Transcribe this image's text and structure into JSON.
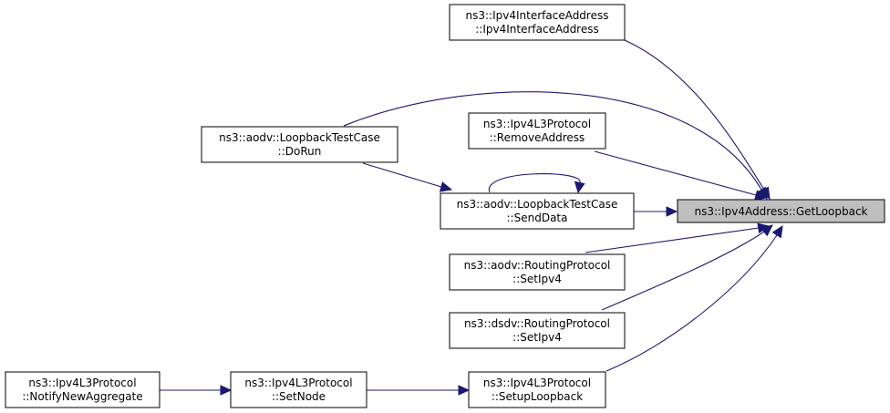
{
  "nodes": {
    "target": {
      "lines": [
        "ns3::Ipv4Address::GetLoopback"
      ]
    },
    "ipv4ia": {
      "lines": [
        "ns3::Ipv4InterfaceAddress",
        "::Ipv4InterfaceAddress"
      ]
    },
    "doRun": {
      "lines": [
        "ns3::aodv::LoopbackTestCase",
        "::DoRun"
      ]
    },
    "removeAddr": {
      "lines": [
        "ns3::Ipv4L3Protocol",
        "::RemoveAddress"
      ]
    },
    "sendData": {
      "lines": [
        "ns3::aodv::LoopbackTestCase",
        "::SendData"
      ]
    },
    "aodvSetIpv4": {
      "lines": [
        "ns3::aodv::RoutingProtocol",
        "::SetIpv4"
      ]
    },
    "dsdvSetIpv4": {
      "lines": [
        "ns3::dsdv::RoutingProtocol",
        "::SetIpv4"
      ]
    },
    "notifyAgg": {
      "lines": [
        "ns3::Ipv4L3Protocol",
        "::NotifyNewAggregate"
      ]
    },
    "setNode": {
      "lines": [
        "ns3::Ipv4L3Protocol",
        "::SetNode"
      ]
    },
    "setupLoop": {
      "lines": [
        "ns3::Ipv4L3Protocol",
        "::SetupLoopback"
      ]
    }
  },
  "colors": {
    "edge": "#191970",
    "highlight_fill": "#bfbfbf"
  }
}
